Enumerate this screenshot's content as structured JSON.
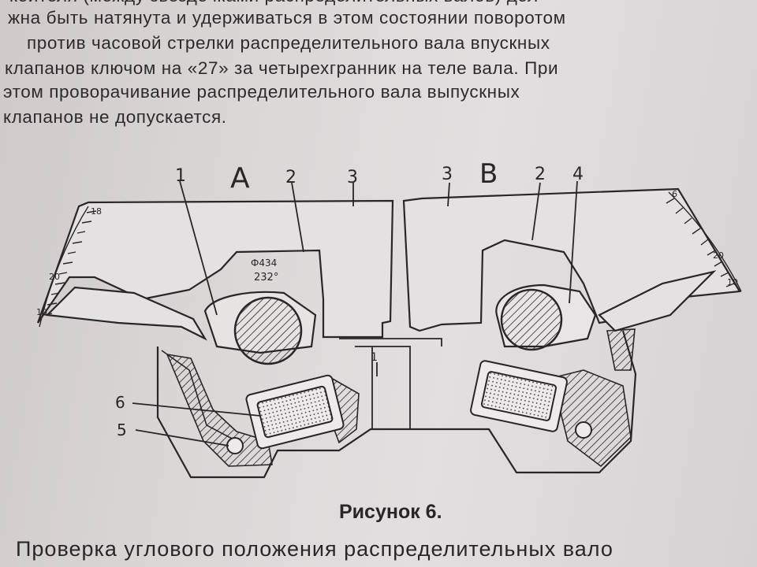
{
  "text": {
    "lines": [
      "коителя (между звездочками распределительных валов) дол-",
      "жна быть натянута и удерживаться в этом состоянии поворотом",
      "против часовой стрелки распределительного вала впускных",
      "клапанов ключом на «27» за четырехгранник на теле вала. При",
      "этом проворачивание распределительного вала выпускных",
      "клапанов не допускается."
    ]
  },
  "figure": {
    "view_a": "А",
    "view_b": "В",
    "callouts": {
      "a1": "1",
      "a2": "2",
      "a3": "3",
      "b3": "3",
      "b2": "2",
      "b4": "4",
      "c6": "6",
      "c5": "5",
      "center1": "1"
    },
    "stamp_line1": "Ф434",
    "stamp_line2": "232°",
    "scale_left": [
      "18",
      "20",
      "10"
    ],
    "scale_right": [
      "6",
      "20",
      "10"
    ]
  },
  "caption": "Рисунок 6.",
  "subcaption": "Проверка углового положения распределительных вало"
}
